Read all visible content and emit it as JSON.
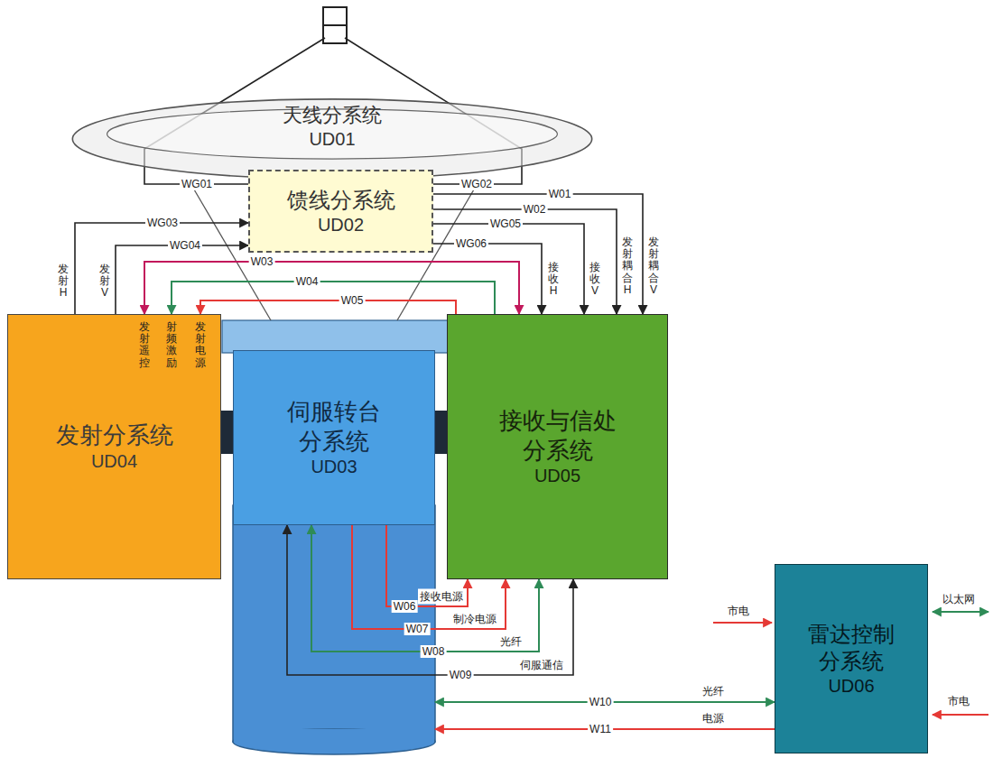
{
  "diagram": {
    "nodes": [
      {
        "text": [
          "天线分系统",
          "UD01"
        ]
      },
      {
        "text": [
          "馈线分系统",
          "UD02"
        ]
      },
      {
        "text": [
          "发射分系统",
          "UD04"
        ]
      },
      {
        "text": [
          "伺服转台 分系统",
          "UD03"
        ]
      },
      {
        "text": [
          "接收与信处 分系统",
          "UD05"
        ]
      },
      {
        "text": [
          "雷达控制 分系统",
          "UD06"
        ]
      }
    ],
    "edges": [
      {
        "from": 0,
        "to": 1,
        "label": "WG01",
        "arrow": "none"
      },
      {
        "from": 0,
        "to": 1,
        "label": "WG02",
        "arrow": "none"
      },
      {
        "from": 2,
        "to": 1,
        "label": "WG03",
        "arrow": "to"
      },
      {
        "from": 2,
        "to": 1,
        "label": "WG04",
        "arrow": "to"
      },
      {
        "from": 1,
        "to": 4,
        "label": "W01",
        "arrow": "to"
      },
      {
        "from": 1,
        "to": 4,
        "label": "W02",
        "arrow": "to"
      },
      {
        "from": 1,
        "to": 4,
        "label": "WG05",
        "arrow": "to"
      },
      {
        "from": 1,
        "to": 4,
        "label": "WG06",
        "arrow": "to"
      },
      {
        "from": 2,
        "to": 4,
        "label": "W03",
        "arrow": "both"
      },
      {
        "from": 4,
        "to": 2,
        "label": "W04",
        "arrow": "to"
      },
      {
        "from": 4,
        "to": 2,
        "label": "W05",
        "arrow": "to"
      },
      {
        "from": 3,
        "to": 4,
        "label": "W06",
        "arrow": "to"
      },
      {
        "from": 3,
        "to": 4,
        "label": "W07",
        "arrow": "to"
      },
      {
        "from": 3,
        "to": 4,
        "label": "W08",
        "arrow": "both"
      },
      {
        "from": 3,
        "to": 4,
        "label": "W09",
        "arrow": "both"
      },
      {
        "from": 3,
        "to": 5,
        "label": "W10",
        "arrow": "both"
      },
      {
        "from": 5,
        "to": 3,
        "label": "W11",
        "arrow": "to"
      }
    ],
    "labels": [
      "发射H",
      "发射V",
      "发射遥控",
      "射频激励",
      "发射电源",
      "接收H",
      "接收V",
      "发射耦合H",
      "发射耦合V",
      "接收电源",
      "制冷电源",
      "光纤",
      "伺服通信",
      "光纤",
      "电源",
      "市电",
      "以太网",
      "市电"
    ]
  }
}
